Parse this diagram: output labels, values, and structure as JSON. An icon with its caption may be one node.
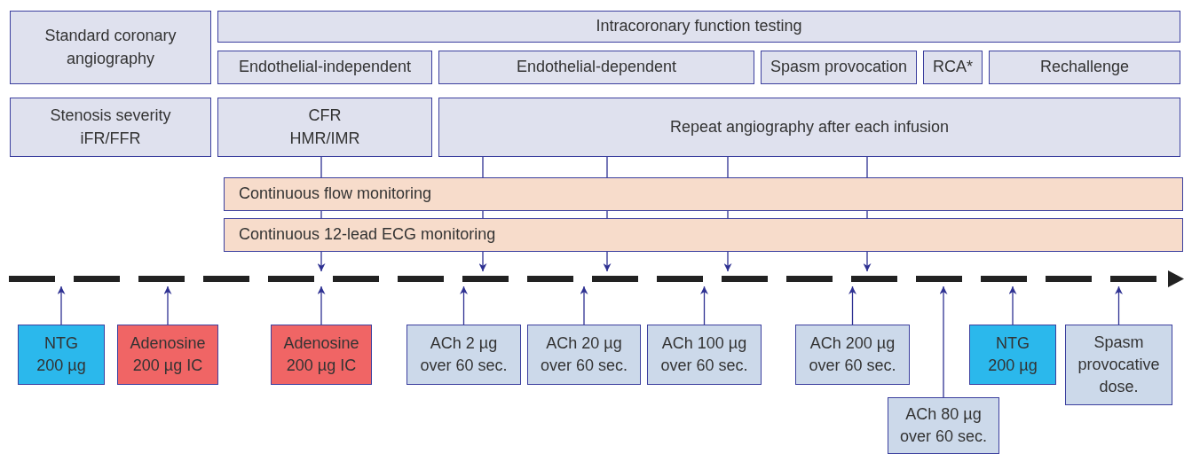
{
  "diagram": {
    "nodes": [
      {
        "text": [
          "Standard coronary angiography"
        ]
      },
      {
        "text": [
          "Intracoronary function testing"
        ]
      },
      {
        "text": [
          "Endothelial-independent"
        ]
      },
      {
        "text": [
          "Endothelial-dependent"
        ]
      },
      {
        "text": [
          "Spasm provocation"
        ]
      },
      {
        "text": [
          "RCA*"
        ]
      },
      {
        "text": [
          "Rechallenge"
        ]
      },
      {
        "text": [
          "Stenosis severity iFR/FFR"
        ]
      },
      {
        "text": [
          "CFR HMR/IMR"
        ]
      },
      {
        "text": [
          "Repeat angiography after each infusion"
        ]
      },
      {
        "text": [
          "Continuous flow monitoring"
        ]
      },
      {
        "text": [
          "Continuous 12-lead ECG monitoring"
        ]
      },
      {
        "text": [],
        "shape": "bar"
      },
      {
        "text": [
          "NTG 200 µg"
        ]
      },
      {
        "text": [
          "Adenosine 200 µg IC"
        ]
      },
      {
        "text": [
          "Adenosine 200 µg IC"
        ]
      },
      {
        "text": [
          "ACh 2 µg over 60 sec."
        ]
      },
      {
        "text": [
          "ACh 20 µg over 60 sec."
        ]
      },
      {
        "text": [
          "ACh 100 µg over 60 sec."
        ]
      },
      {
        "text": [
          "ACh 200 µg over 60 sec."
        ]
      },
      {
        "text": [
          "ACh 80 µg over 60 sec."
        ]
      },
      {
        "text": [
          "NTG 200 µg"
        ]
      },
      {
        "text": [
          "Spasm provocative dose."
        ]
      }
    ],
    "edges": [
      {
        "from": 8,
        "to": 10,
        "arrow": "none"
      },
      {
        "from": 10,
        "to": 11,
        "arrow": "none"
      },
      {
        "from": 11,
        "to": 12,
        "arrow": "to"
      },
      {
        "from": 9,
        "to": 10,
        "arrow": "none"
      },
      {
        "from": 10,
        "to": 11,
        "arrow": "none"
      },
      {
        "from": 11,
        "to": 12,
        "arrow": "to"
      },
      {
        "from": 9,
        "to": 10,
        "arrow": "none"
      },
      {
        "from": 10,
        "to": 11,
        "arrow": "none"
      },
      {
        "from": 11,
        "to": 12,
        "arrow": "to"
      },
      {
        "from": 9,
        "to": 10,
        "arrow": "none"
      },
      {
        "from": 10,
        "to": 11,
        "arrow": "none"
      },
      {
        "from": 11,
        "to": 12,
        "arrow": "to"
      },
      {
        "from": 9,
        "to": 10,
        "arrow": "none"
      },
      {
        "from": 10,
        "to": 11,
        "arrow": "none"
      },
      {
        "from": 11,
        "to": 12,
        "arrow": "to"
      },
      {
        "from": 13,
        "to": 12,
        "arrow": "to"
      },
      {
        "from": 14,
        "to": 12,
        "arrow": "to"
      },
      {
        "from": 15,
        "to": 12,
        "arrow": "to"
      },
      {
        "from": 16,
        "to": 12,
        "arrow": "to"
      },
      {
        "from": 17,
        "to": 12,
        "arrow": "to"
      },
      {
        "from": 18,
        "to": 12,
        "arrow": "to"
      },
      {
        "from": 19,
        "to": 12,
        "arrow": "to"
      },
      {
        "from": 20,
        "to": 12,
        "arrow": "to"
      },
      {
        "from": 21,
        "to": 12,
        "arrow": "to"
      },
      {
        "from": 22,
        "to": 12,
        "arrow": "to"
      }
    ]
  }
}
